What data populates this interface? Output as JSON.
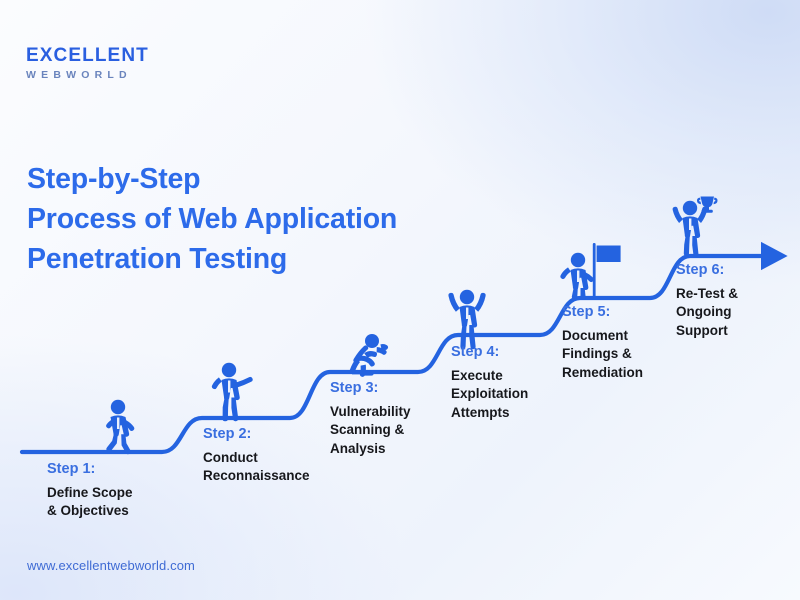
{
  "brand": {
    "logo_main": "EXCELLENT",
    "logo_sub": "WEBWORLD",
    "accent_color": "#2d6bea",
    "figure_color": "#2463e0",
    "text_color": "#17181c"
  },
  "title": {
    "line1": "Step-by-Step",
    "line2": "Process of  Web Application",
    "line3": "Penetration Testing"
  },
  "steps": [
    {
      "number": "Step 1:",
      "desc_line1": "Define Scope",
      "desc_line2": "& Objectives",
      "desc_line3": "",
      "figure": "walking-person-icon"
    },
    {
      "number": "Step 2:",
      "desc_line1": "Conduct",
      "desc_line2": "Reconnaissance",
      "desc_line3": "",
      "figure": "pointing-person-icon"
    },
    {
      "number": "Step 3:",
      "desc_line1": "Vulnerability",
      "desc_line2": "Scanning &",
      "desc_line3": "Analysis",
      "figure": "running-person-icon"
    },
    {
      "number": "Step 4:",
      "desc_line1": "Execute",
      "desc_line2": "Exploitation",
      "desc_line3": "Attempts",
      "figure": "celebrating-person-icon"
    },
    {
      "number": "Step 5:",
      "desc_line1": "Document",
      "desc_line2": "Findings &",
      "desc_line3": "Remediation",
      "figure": "person-with-flag-icon"
    },
    {
      "number": "Step 6:",
      "desc_line1": "Re-Test &",
      "desc_line2": "Ongoing",
      "desc_line3": "Support",
      "figure": "person-with-trophy-icon"
    }
  ],
  "footer": {
    "url": "www.excellentwebworld.com"
  }
}
